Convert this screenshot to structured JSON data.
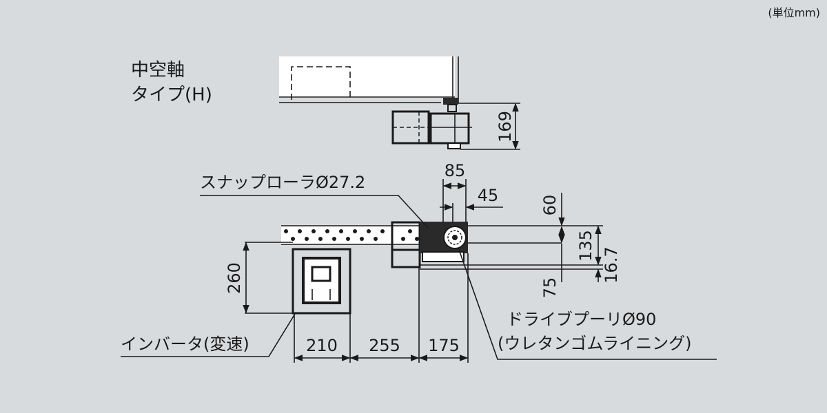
{
  "unit_label": "(単位mm)",
  "type_title": {
    "line1": "中空軸",
    "line2": "タイプ(H)"
  },
  "dimensions": {
    "height_top": "169",
    "width_85": "85",
    "width_45": "45",
    "d60": "60",
    "d135": "135",
    "d16_7": "16.7",
    "d75": "75",
    "d260": "260",
    "d210": "210",
    "d255": "255",
    "d175": "175"
  },
  "callouts": {
    "snap_roller": "スナップローラØ27.2",
    "drive_pulley": "ドライブプーリØ90",
    "drive_pulley_note": "(ウレタンゴムライニング)",
    "inverter": "インバータ(変速)"
  },
  "colors": {
    "background": "#d8dbde",
    "line": "#1a1a1a"
  }
}
